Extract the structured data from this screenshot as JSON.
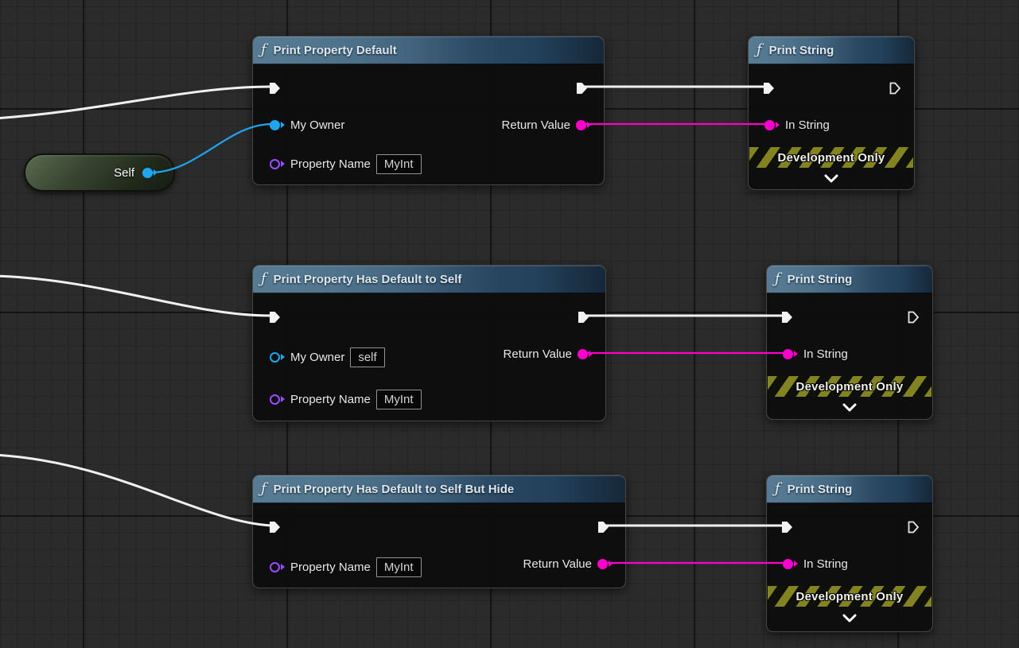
{
  "colors": {
    "exec_wire": "#f0f0f0",
    "string_wire": "#ff00cc",
    "object_wire": "#1ea6f2",
    "name_pin": "#9b4dff",
    "header_blue": "#47678130"
  },
  "self_node": {
    "label": "Self"
  },
  "fn1": {
    "icon": "ƒ",
    "title": "Print Property Default",
    "my_owner_label": "My Owner",
    "property_name_label": "Property Name",
    "property_name_value": "MyInt",
    "return_value_label": "Return Value"
  },
  "fn2": {
    "icon": "ƒ",
    "title": "Print Property Has Default to Self",
    "my_owner_label": "My Owner",
    "my_owner_value": "self",
    "property_name_label": "Property Name",
    "property_name_value": "MyInt",
    "return_value_label": "Return Value"
  },
  "fn3": {
    "icon": "ƒ",
    "title": "Print Property Has Default to Self But Hide",
    "property_name_label": "Property Name",
    "property_name_value": "MyInt",
    "return_value_label": "Return Value"
  },
  "ps1": {
    "icon": "ƒ",
    "title": "Print String",
    "in_string_label": "In String",
    "banner": "Development Only"
  },
  "ps2": {
    "icon": "ƒ",
    "title": "Print String",
    "in_string_label": "In String",
    "banner": "Development Only"
  },
  "ps3": {
    "icon": "ƒ",
    "title": "Print String",
    "in_string_label": "In String",
    "banner": "Development Only"
  }
}
